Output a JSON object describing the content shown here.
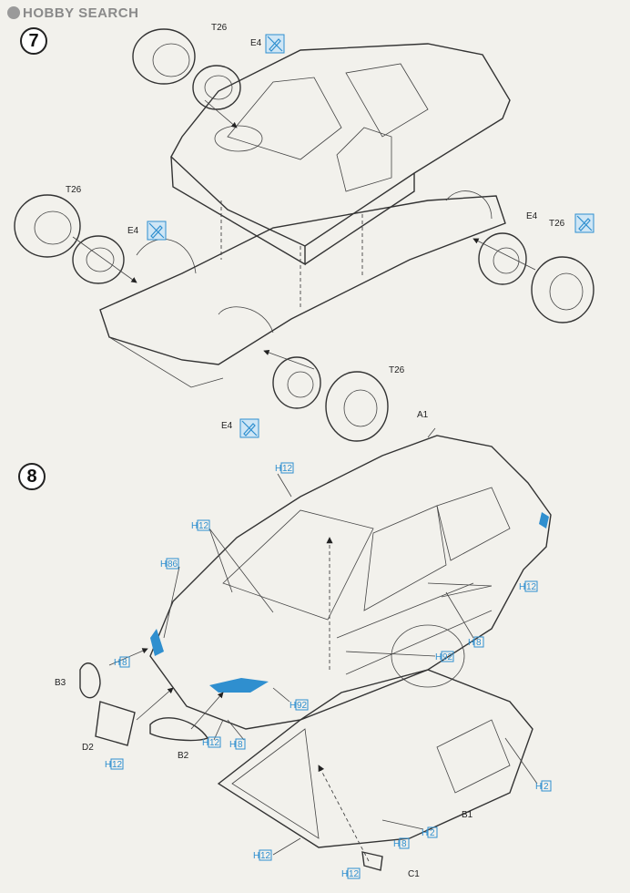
{
  "watermark": "HOBBY SEARCH",
  "steps": [
    "7",
    "8"
  ],
  "labels": {
    "t26_a": "T26",
    "e4_a": "E4",
    "t26_b": "T26",
    "e4_b": "E4",
    "e4_c": "E4",
    "t26_c": "T26",
    "t26_d": "T26",
    "e4_d": "E4",
    "a1": "A1",
    "b3": "B3",
    "d2": "D2",
    "b2": "B2",
    "b1": "B1",
    "c1": "C1"
  },
  "colors": [
    "H",
    "12",
    "86",
    "8",
    "92",
    "2"
  ],
  "icons": [
    "decal-pen-icon",
    "arrow-icon"
  ]
}
